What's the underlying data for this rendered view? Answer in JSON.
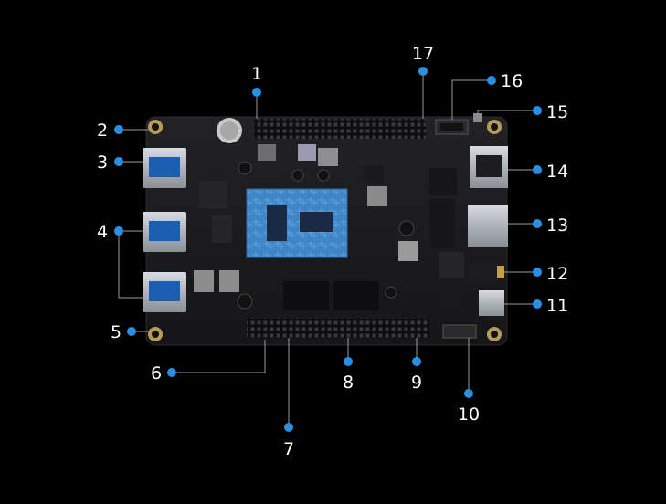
{
  "diagram": {
    "callouts": [
      {
        "id": "1",
        "label": "1"
      },
      {
        "id": "2",
        "label": "2"
      },
      {
        "id": "3",
        "label": "3"
      },
      {
        "id": "4",
        "label": "4"
      },
      {
        "id": "5",
        "label": "5"
      },
      {
        "id": "6",
        "label": "6"
      },
      {
        "id": "7",
        "label": "7"
      },
      {
        "id": "8",
        "label": "8"
      },
      {
        "id": "9",
        "label": "9"
      },
      {
        "id": "10",
        "label": "10"
      },
      {
        "id": "11",
        "label": "11"
      },
      {
        "id": "12",
        "label": "12"
      },
      {
        "id": "13",
        "label": "13"
      },
      {
        "id": "14",
        "label": "14"
      },
      {
        "id": "15",
        "label": "15"
      },
      {
        "id": "16",
        "label": "16"
      },
      {
        "id": "17",
        "label": "17"
      }
    ]
  },
  "colors": {
    "background": "#000000",
    "board": "#1c1c1e",
    "callout_dot": "#2a8fe0",
    "leader_line": "#9a9a9a",
    "label_text": "#ffffff",
    "cpu_highlight": "#3a82c4"
  }
}
